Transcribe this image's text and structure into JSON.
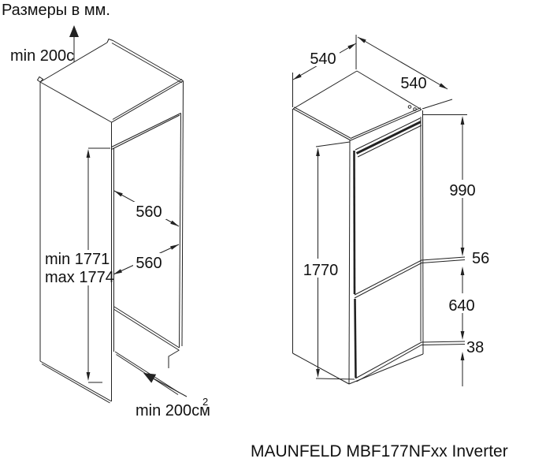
{
  "title": "Размеры в мм.",
  "caption": "MAUNFELD MBF177NFxx Inverter",
  "line_color": "#222222",
  "niche": {
    "top_clearance": "min 200c",
    "depth_top": "560",
    "depth_bottom": "560",
    "height_min": "min 1771",
    "height_max": "max 1774",
    "bottom_vent": "min 200см",
    "bottom_vent_sup": "2"
  },
  "appliance": {
    "depth": "540",
    "width": "540",
    "height": "1770",
    "fridge_door_height": "990",
    "divider_gap": "56",
    "freezer_door_height": "640",
    "plinth_gap": "38"
  }
}
